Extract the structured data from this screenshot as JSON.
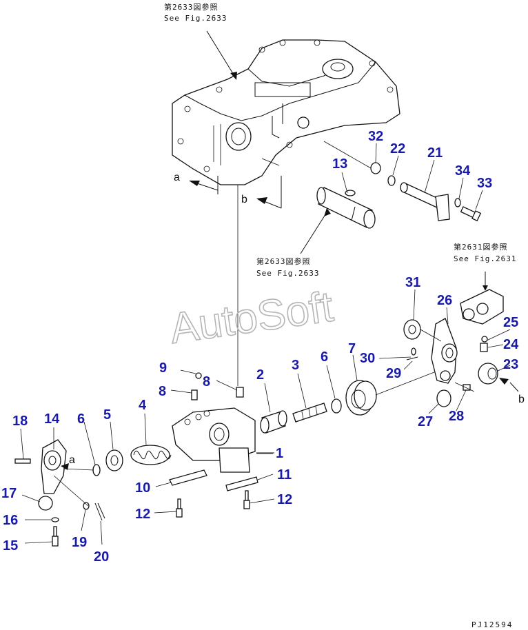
{
  "references": {
    "top": {
      "jp": "第2633図参照",
      "en": "See Fig.2633"
    },
    "middle": {
      "jp": "第2633図参照",
      "en": "See Fig.2633"
    },
    "right": {
      "jp": "第2631図参照",
      "en": "See Fig.2631"
    }
  },
  "view_letters": {
    "a": "a",
    "b": "b"
  },
  "callouts": [
    "1",
    "2",
    "3",
    "4",
    "5",
    "6",
    "7",
    "8",
    "9",
    "10",
    "11",
    "12",
    "13",
    "14",
    "15",
    "16",
    "17",
    "18",
    "19",
    "20",
    "21",
    "22",
    "23",
    "24",
    "25",
    "26",
    "27",
    "28",
    "29",
    "30",
    "31",
    "32",
    "33",
    "34"
  ],
  "watermark": "AutoSoft",
  "drawing_code": "PJ12594"
}
